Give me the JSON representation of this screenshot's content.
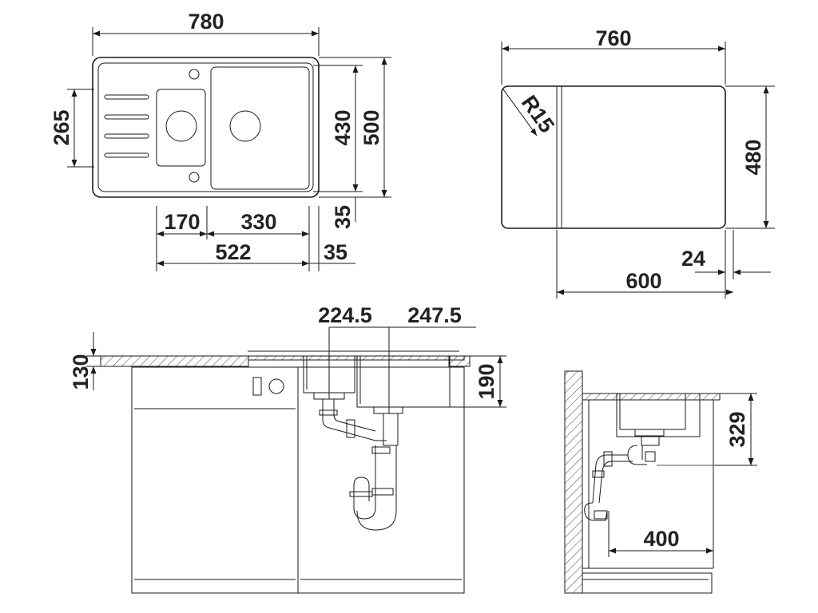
{
  "dimensions": {
    "top_left": {
      "overall_width": "780",
      "bowls_height": "265",
      "inner_depth": "430",
      "overall_depth": "500",
      "drainer_width": "170",
      "main_bowl_width": "330",
      "rim_offset_right": "35",
      "bowls_total_width": "522",
      "edge_offset": "35"
    },
    "top_right": {
      "cutout_width": "760",
      "cutout_depth": "480",
      "corner_radius": "R15",
      "base_cabinet_width": "600",
      "side_offset": "24"
    },
    "front_view": {
      "counter_height": "130",
      "bowl_depth": "190",
      "small_bowl_outlet": "224.5",
      "main_bowl_outlet": "247.5"
    },
    "side_view": {
      "drain_height": "329",
      "drain_distance": "400"
    }
  }
}
